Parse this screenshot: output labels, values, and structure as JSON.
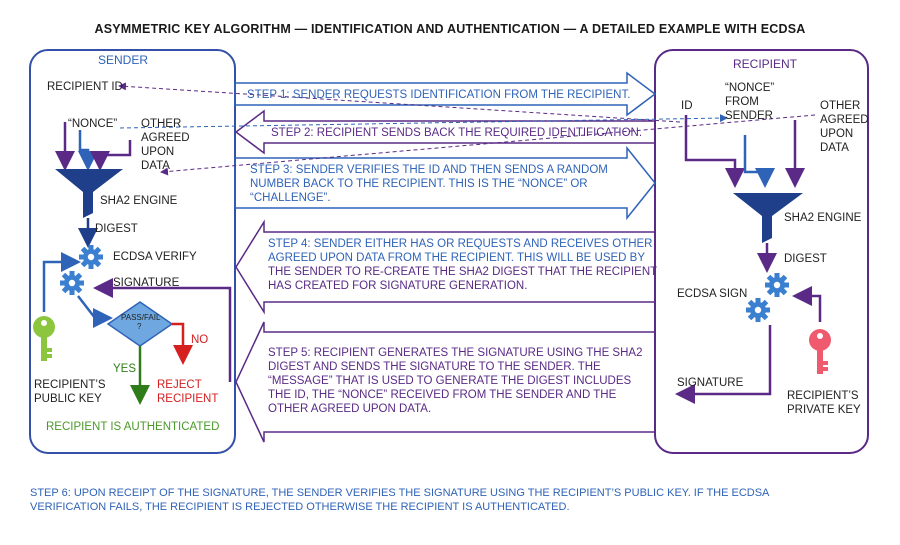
{
  "title": "ASYMMETRIC KEY ALGORITHM — IDENTIFICATION AND AUTHENTICATION — A DETAILED EXAMPLE WITH ECDSA",
  "sender": {
    "header": "SENDER",
    "recipient_id": "RECIPIENT ID",
    "nonce": "“NONCE”",
    "other_agreed": [
      "OTHER",
      "AGREED",
      "UPON",
      "DATA"
    ],
    "sha2_engine": "SHA2 ENGINE",
    "digest": "DIGEST",
    "ecdsa_verify": "ECDSA VERIFY",
    "signature": "SIGNATURE",
    "decision": [
      "PASS/FAIL",
      "?"
    ],
    "yes": "YES",
    "no": "NO",
    "public_key": [
      "RECIPIENT’S",
      "PUBLIC KEY"
    ],
    "reject": [
      "REJECT",
      "RECIPIENT"
    ],
    "authenticated": "RECIPIENT IS AUTHENTICATED"
  },
  "recipient": {
    "header": "RECIPIENT",
    "id": "ID",
    "nonce_from_sender": [
      "“NONCE”",
      "FROM",
      "SENDER"
    ],
    "other_agreed": [
      "OTHER",
      "AGREED",
      "UPON",
      "DATA"
    ],
    "sha2_engine": "SHA2 ENGINE",
    "digest": "DIGEST",
    "ecdsa_sign": "ECDSA SIGN",
    "signature": "SIGNATURE",
    "private_key": [
      "RECIPIENT’S",
      "PRIVATE KEY"
    ]
  },
  "steps": {
    "step1": "STEP 1: SENDER REQUESTS IDENTIFICATION FROM THE RECIPIENT.",
    "step2": "STEP 2: RECIPIENT SENDS BACK THE REQUIRED  IDENTIFICATION.",
    "step3": [
      "STEP 3: SENDER VERIFIES THE ID AND THEN SENDS A RANDOM",
      "NUMBER BACK TO THE RECIPIENT. THIS IS THE  “NONCE” OR",
      "“CHALLENGE”."
    ],
    "step4": [
      "STEP 4: SENDER EITHER HAS OR REQUESTS AND RECEIVES OTHER",
      "AGREED UPON DATA FROM THE RECIPIENT. THIS WILL BE USED BY",
      "THE SENDER TO RE-CREATE THE SHA2 DIGEST THAT THE RECIPIENT",
      "HAS CREATED FOR SIGNATURE GENERATION."
    ],
    "step5": [
      "STEP 5: RECIPIENT GENERATES THE SIGNATURE USING THE SHA2",
      "DIGEST AND SENDS THE SIGNATURE TO THE SENDER. THE",
      "“MESSAGE” THAT IS USED TO GENERATE THE DIGEST INCLUDES",
      "THE ID, THE “NONCE” RECEIVED FROM THE SENDER AND THE",
      "OTHER AGREED UPON DATA."
    ],
    "step6": [
      "STEP 6: UPON RECEIPT OF THE SIGNATURE, THE SENDER VERIFIES THE SIGNATURE USING THE RECIPIENT’S PUBLIC KEY. IF THE ECDSA",
      "VERIFICATION FAILS, THE RECIPIENT IS REJECTED OTHERWISE THE RECIPIENT IS AUTHENTICATED."
    ]
  },
  "colors": {
    "blue": "#2f63b8",
    "purple": "#5a2a86",
    "navy": "#1f3f8a",
    "green": "#4a9a2a",
    "red": "#d62020",
    "key_green": "#8cc63f",
    "key_red": "#ef5a6e",
    "gear": "#3a7fd0"
  },
  "icons": [
    "funnel-icon",
    "gear-icon",
    "key-icon",
    "diamond-icon"
  ]
}
